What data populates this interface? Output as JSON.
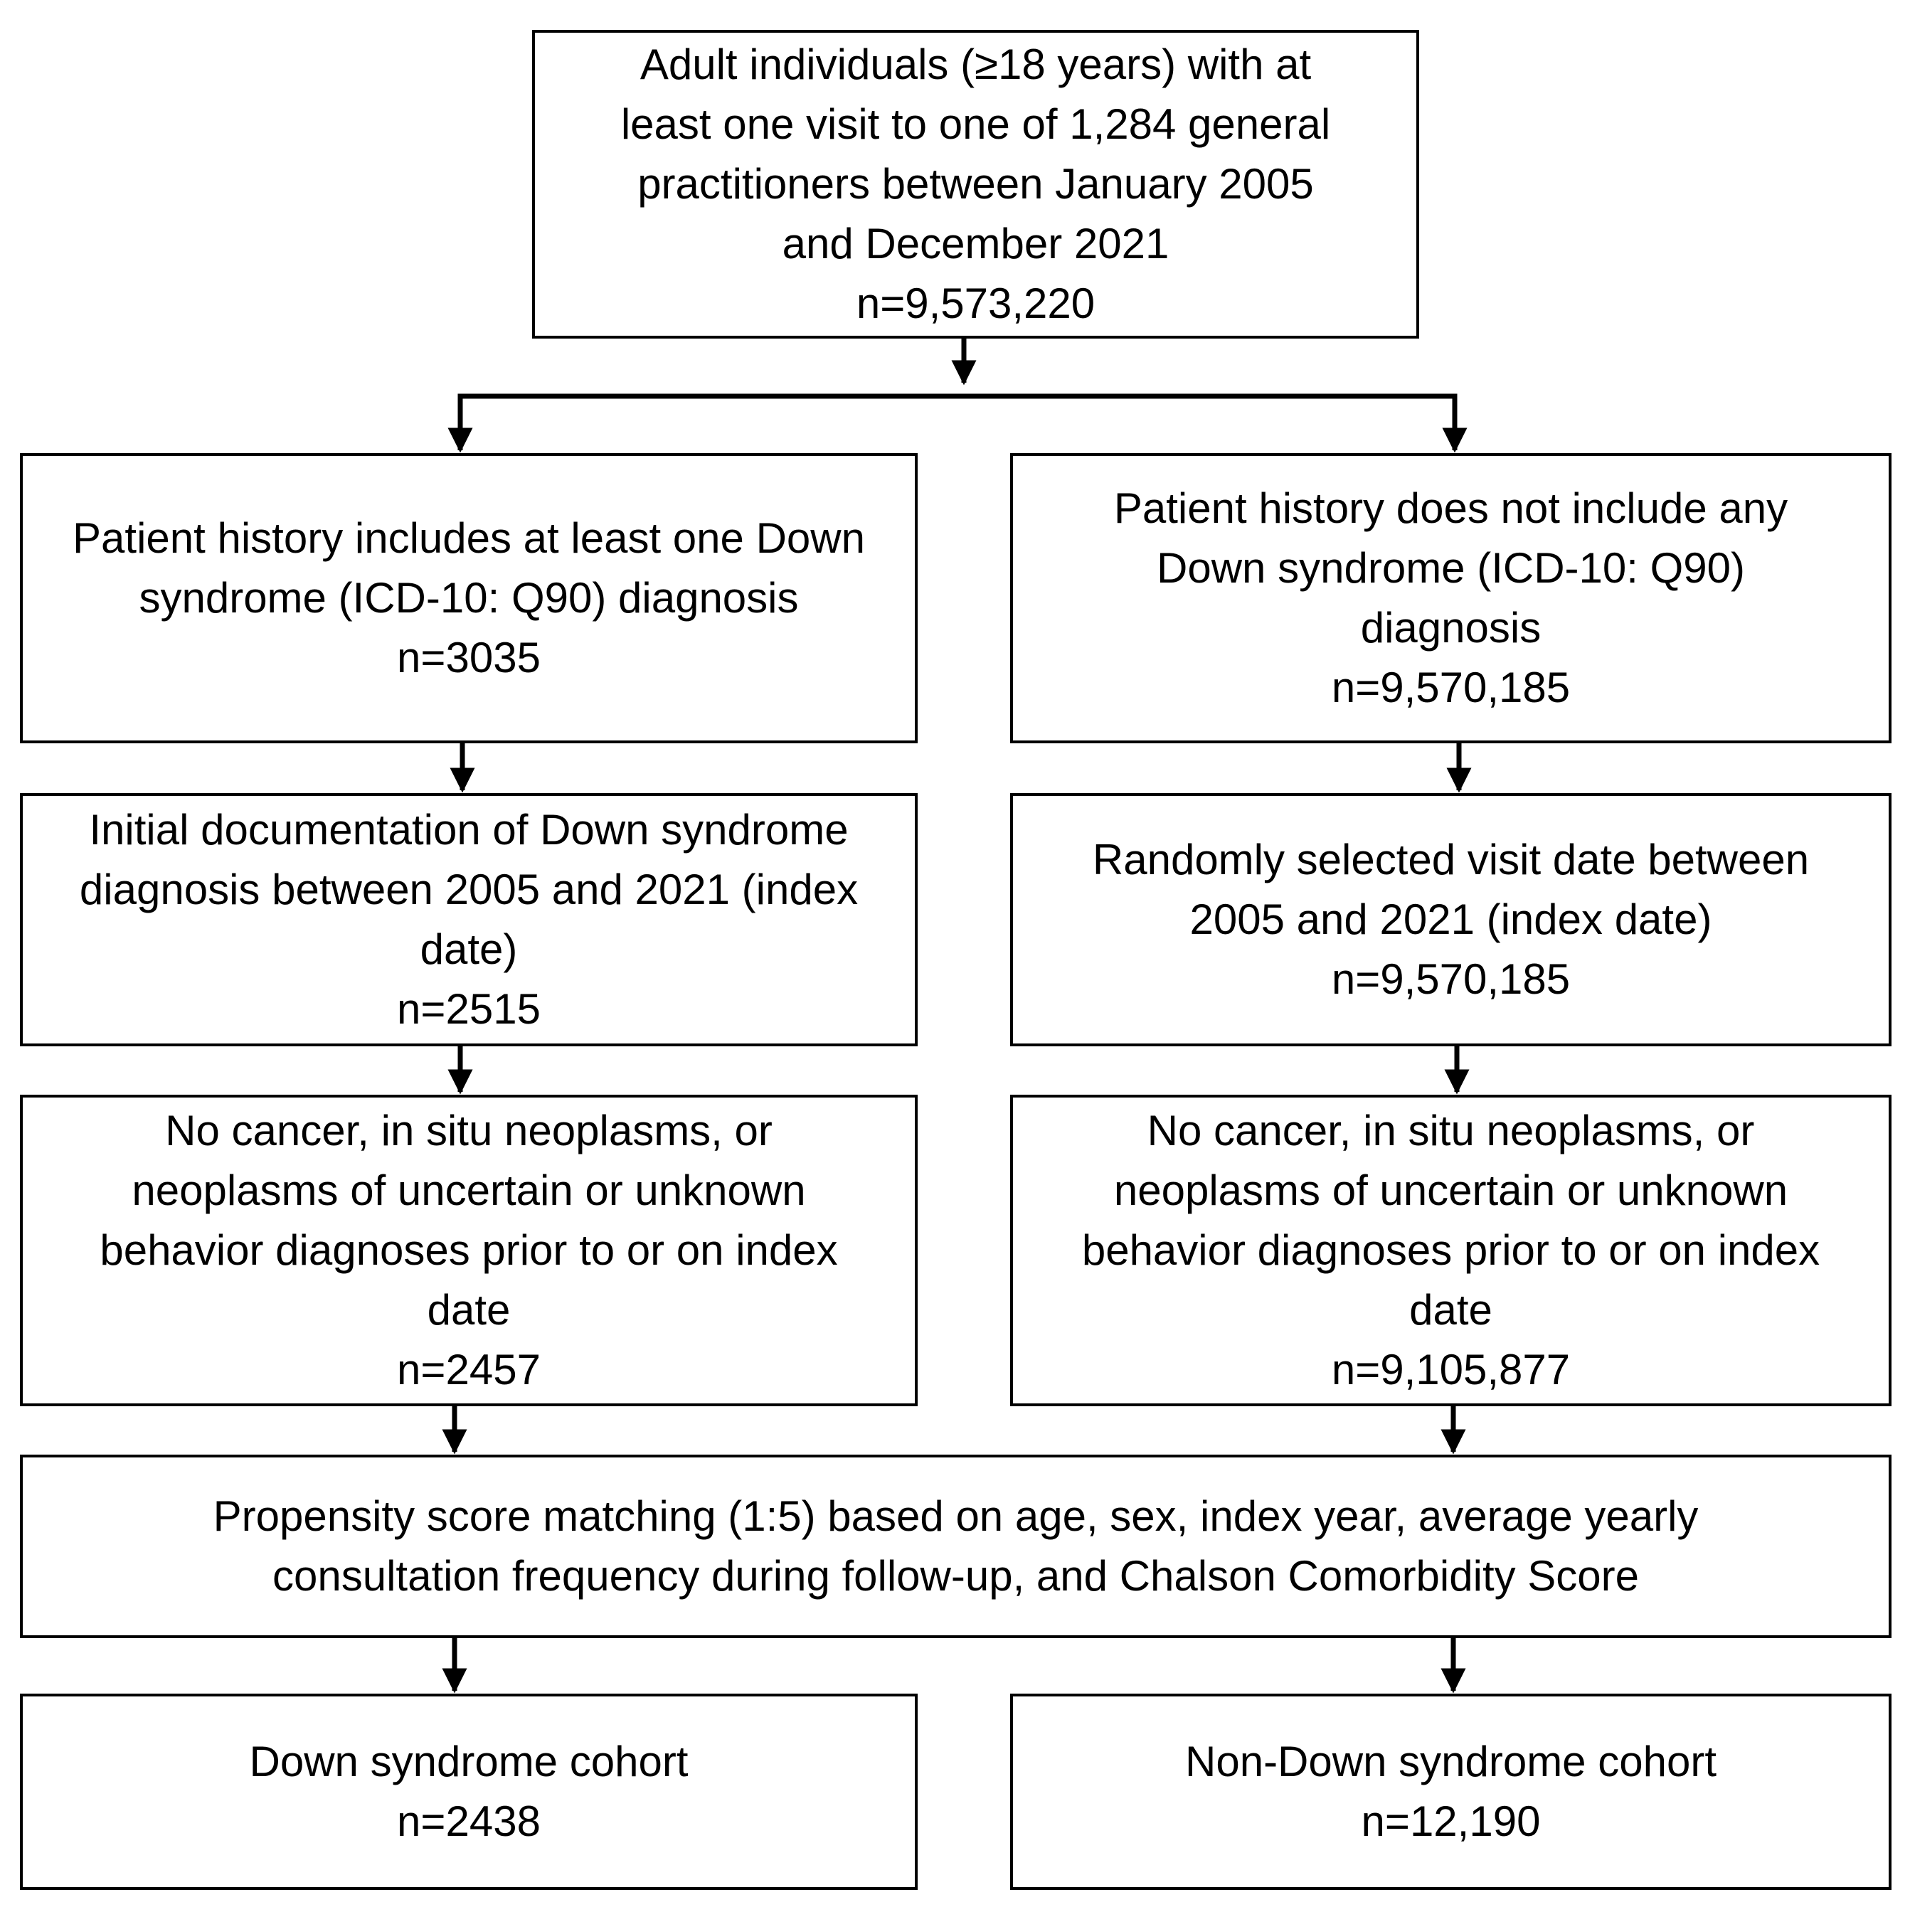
{
  "flowchart": {
    "source": {
      "lines": [
        "Adult individuals (≥18 years) with at",
        "least one visit to one of 1,284 general",
        "practitioners between January 2005",
        "and December 2021",
        "n=9,573,220"
      ]
    },
    "down_syndrome": {
      "history": {
        "lines": [
          "Patient history includes at least one Down",
          "syndrome (ICD-10: Q90) diagnosis",
          "n=3035"
        ]
      },
      "index_date": {
        "lines": [
          "Initial documentation of Down syndrome",
          "diagnosis between 2005 and 2021 (index",
          "date)",
          "n=2515"
        ]
      },
      "no_cancer": {
        "lines": [
          "No cancer, in situ neoplasms, or",
          "neoplasms of uncertain or unknown",
          "behavior diagnoses prior to or on index",
          "date",
          "n=2457"
        ]
      },
      "cohort": {
        "lines": [
          "Down syndrome cohort",
          "n=2438"
        ]
      }
    },
    "non_down_syndrome": {
      "history": {
        "lines": [
          "Patient history does not include any",
          "Down syndrome (ICD-10: Q90)",
          "diagnosis",
          "n=9,570,185"
        ]
      },
      "index_date": {
        "lines": [
          "Randomly selected visit date between",
          "2005 and 2021 (index date)",
          "n=9,570,185"
        ]
      },
      "no_cancer": {
        "lines": [
          "No cancer, in situ neoplasms, or",
          "neoplasms of uncertain or unknown",
          "behavior diagnoses prior to or on index",
          "date",
          "n=9,105,877"
        ]
      },
      "cohort": {
        "lines": [
          "Non-Down syndrome cohort",
          "n=12,190"
        ]
      }
    },
    "matching": {
      "lines": [
        "Propensity score matching (1:5) based on age, sex, index year, average yearly",
        "consultation frequency during follow-up, and Chalson Comorbidity Score"
      ]
    }
  }
}
